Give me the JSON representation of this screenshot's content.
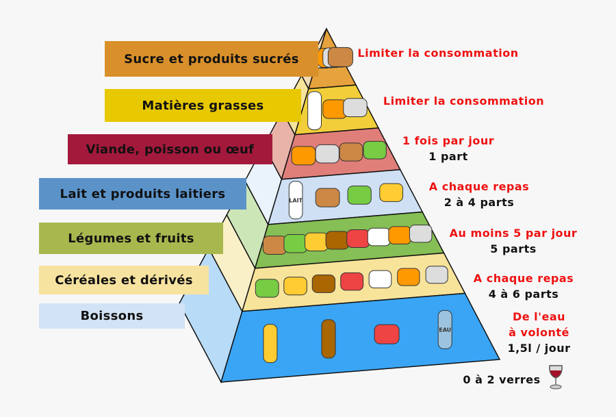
{
  "levels": [
    {
      "label": "Sucre et produits sucrés",
      "advice": "Limiter la consommation",
      "amount": "",
      "label_color": "#d9902a",
      "front_color": "#e6a23c",
      "side_color": "#f2dcb8",
      "foods": [
        "candy-icon",
        "ice-cream-icon",
        "cake-icon",
        "soda-can-icon",
        "sugar-shaker-icon"
      ]
    },
    {
      "label": "Matières grasses",
      "advice": "Limiter la consommation",
      "amount": "",
      "label_color": "#e8c800",
      "front_color": "#f2cf3a",
      "side_color": "#f5e49a",
      "foods": [
        "oil-bottle-icon",
        "butter-knife-icon",
        "butter-icon"
      ]
    },
    {
      "label": "Viande, poisson ou œuf",
      "advice": "1 fois par jour",
      "amount": "1 part",
      "label_color": "#a3193c",
      "front_color": "#e07f7a",
      "side_color": "#e8b3a8",
      "foods": [
        "fish-icon",
        "steak-icon",
        "eggs-icon",
        "chicken-icon"
      ]
    },
    {
      "label": "Lait et produits laitiers",
      "advice": "A chaque repas",
      "amount": "2 à 4 parts",
      "label_color": "#5b93c9",
      "front_color": "#cfe0f5",
      "side_color": "#eaf2fb",
      "foods": [
        "milk-bottle-icon",
        "cheese-icon",
        "yogurt-icon",
        "edam-cheese-icon"
      ]
    },
    {
      "label": "Légumes et fruits",
      "advice": "Au moins 5 par jour",
      "amount": "5 parts",
      "label_color": "#a9b84e",
      "front_color": "#86bf55",
      "side_color": "#cde6b8",
      "foods": [
        "carrots-icon",
        "leek-icon",
        "cherries-icon",
        "bananas-icon",
        "pineapple-icon",
        "kiwi-icon",
        "melon-icon",
        "watermelon-icon"
      ]
    },
    {
      "label": "Céréales et dérivés",
      "advice": "A chaque repas",
      "amount": "4 à 6 parts",
      "label_color": "#f7e3a0",
      "front_color": "#f7e39a",
      "side_color": "#faf0c8",
      "foods": [
        "cereal-bowl-icon",
        "potatoes-icon",
        "toast-icon",
        "bread-icon",
        "sliced-bread-icon",
        "rice-bowl-icon",
        "couscous-plate-icon"
      ]
    },
    {
      "label": "Boissons",
      "advice": "De l'eau à volonté",
      "advice_line1": "De l'eau",
      "advice_line2": "à volonté",
      "amount": "1,5l / jour",
      "label_color": "#d2e3f5",
      "front_color": "#3aa5f5",
      "side_color": "#b8dcf7",
      "foods": [
        "glass-icon",
        "water-jug-icon",
        "tea-cup-icon",
        "water-bottle-icon"
      ]
    }
  ],
  "water_bottle_text": "EAU",
  "milk_bottle_text": "LAIT",
  "wine": {
    "text": "0 à 2 verres",
    "icon": "wine-glass-icon"
  }
}
